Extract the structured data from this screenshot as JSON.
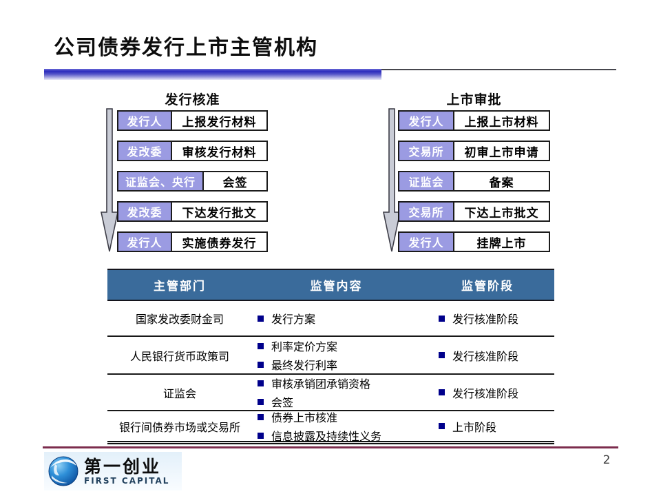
{
  "slide": {
    "title": "公司债券发行上市主管机构",
    "page_number": "2"
  },
  "colors": {
    "actor_box": "#9b9be2",
    "table_header": "#3a6b9b",
    "bullet": "#00008b",
    "footer_line": "#7c2c4d",
    "accent_bar_blue": "#2b2bbd"
  },
  "flowcharts": [
    {
      "title": "发行核准",
      "steps": [
        {
          "actor": "发行人",
          "action": "上报发行材料"
        },
        {
          "actor": "发改委",
          "action": "审核发行材料"
        },
        {
          "actor": "证监会、央行",
          "action": "会签"
        },
        {
          "actor": "发改委",
          "action": "下达发行批文"
        },
        {
          "actor": "发行人",
          "action": "实施债券发行"
        }
      ]
    },
    {
      "title": "上市审批",
      "steps": [
        {
          "actor": "发行人",
          "action": "上报上市材料"
        },
        {
          "actor": "交易所",
          "action": "初审上市申请"
        },
        {
          "actor": "证监会",
          "action": "备案"
        },
        {
          "actor": "交易所",
          "action": "下达上市批文"
        },
        {
          "actor": "发行人",
          "action": "挂牌上市"
        }
      ]
    }
  ],
  "table": {
    "headers": [
      "主管部门",
      "监管内容",
      "监管阶段"
    ],
    "rows": [
      {
        "department": "国家发改委财金司",
        "content": [
          "发行方案"
        ],
        "stage": "发行核准阶段"
      },
      {
        "department": "人民银行货币政策司",
        "content": [
          "利率定价方案",
          "最终发行利率"
        ],
        "stage": "发行核准阶段"
      },
      {
        "department": "证监会",
        "content": [
          "审核承销团承销资格",
          "会签"
        ],
        "stage": "发行核准阶段"
      },
      {
        "department": "银行间债券市场或交易所",
        "content": [
          "债券上市核准",
          "信息披露及持续性义务"
        ],
        "stage": "上市阶段"
      }
    ]
  },
  "footer": {
    "logo_cn": "第一创业",
    "logo_en": "FIRST CAPITAL"
  }
}
